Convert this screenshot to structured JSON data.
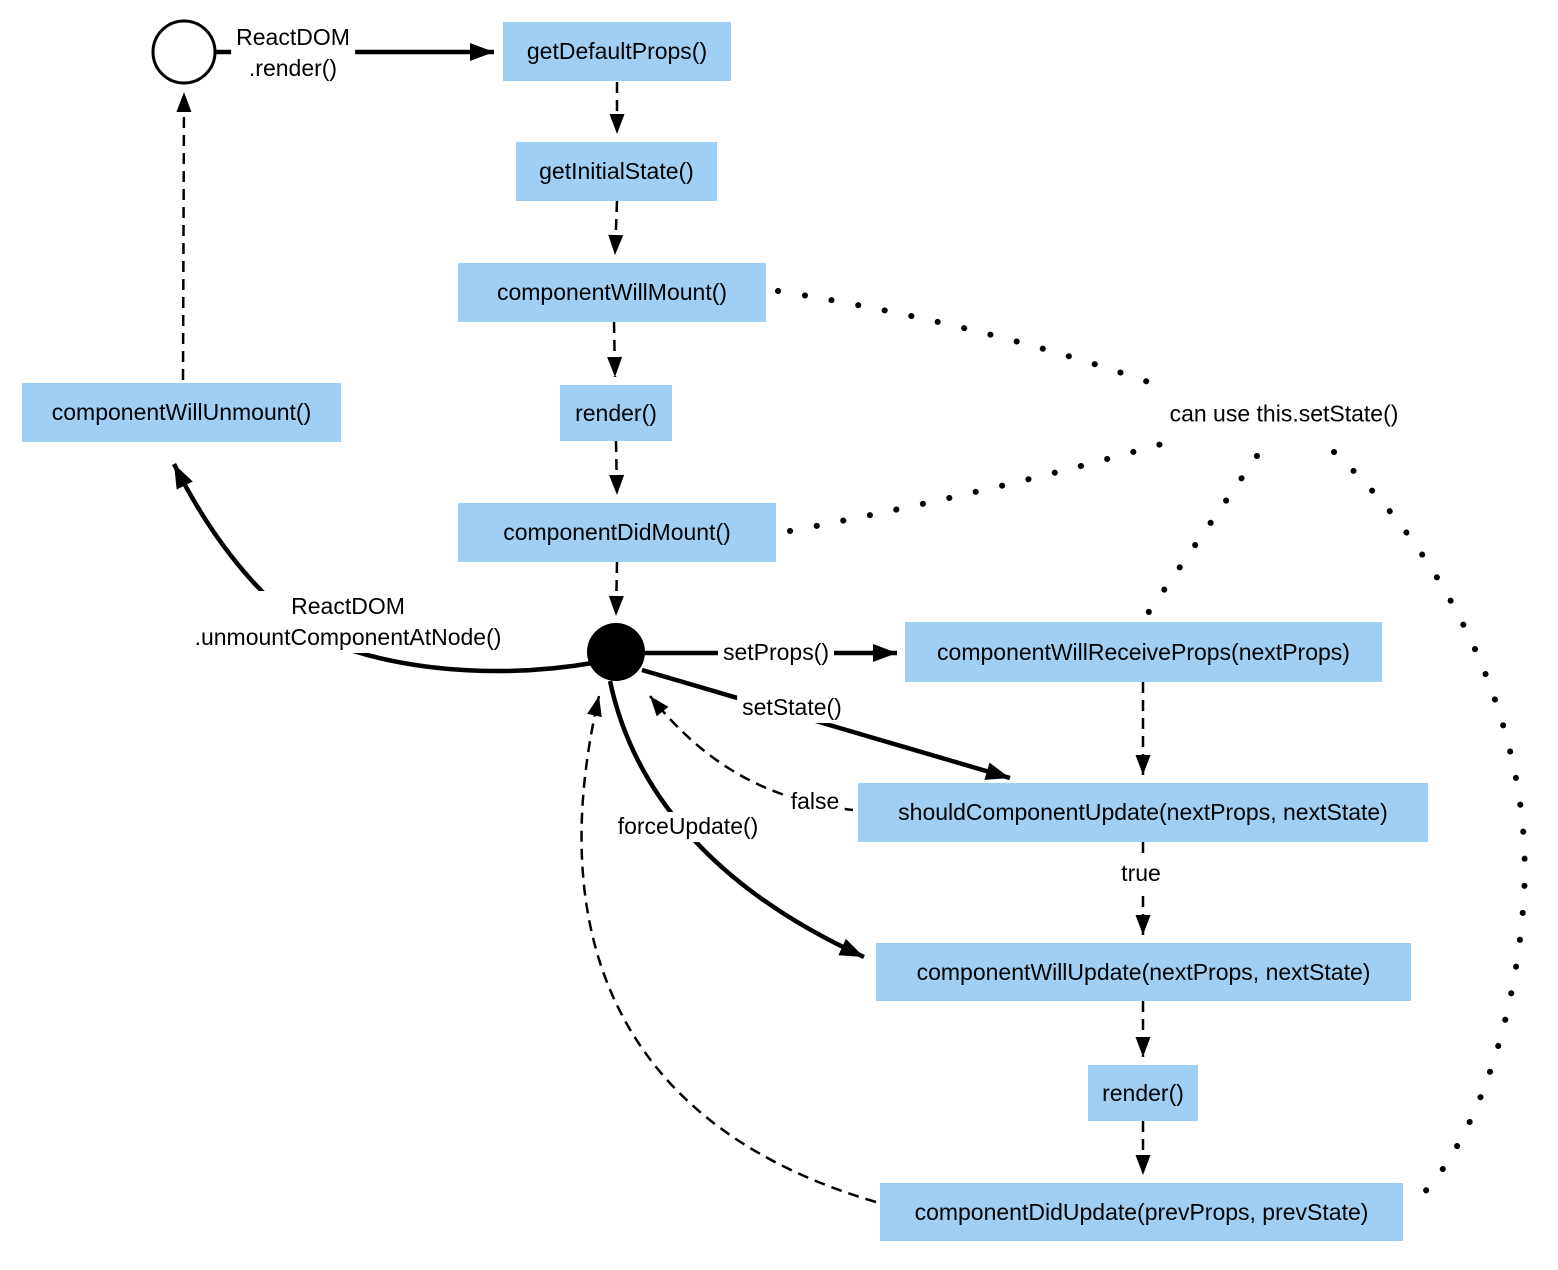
{
  "diagram": {
    "description": "React component lifecycle flowchart",
    "colors": {
      "node_fill": "#9FCFF5",
      "line": "#000000",
      "background": "#ffffff",
      "text": "#000000"
    },
    "nodes": {
      "get_default_props": "getDefaultProps()",
      "get_initial_state": "getInitialState()",
      "component_will_mount": "componentWillMount()",
      "render_mount": "render()",
      "component_did_mount": "componentDidMount()",
      "component_will_unmount": "componentWillUnmount()",
      "component_will_receive_props": "componentWillReceiveProps(nextProps)",
      "should_component_update": "shouldComponentUpdate(nextProps, nextState)",
      "component_will_update": "componentWillUpdate(nextProps, nextState)",
      "render_update": "render()",
      "component_did_update": "componentDidUpdate(prevProps, prevState)"
    },
    "labels": {
      "mount_call_line1": "ReactDOM",
      "mount_call_line2": ".render()",
      "unmount_call_line1": "ReactDOM",
      "unmount_call_line2": ".unmountComponentAtNode()",
      "set_props": "setProps()",
      "set_state": "setState()",
      "force_update": "forceUpdate()",
      "branch_false": "false",
      "branch_true": "true",
      "note": "can use this.setState()"
    }
  }
}
